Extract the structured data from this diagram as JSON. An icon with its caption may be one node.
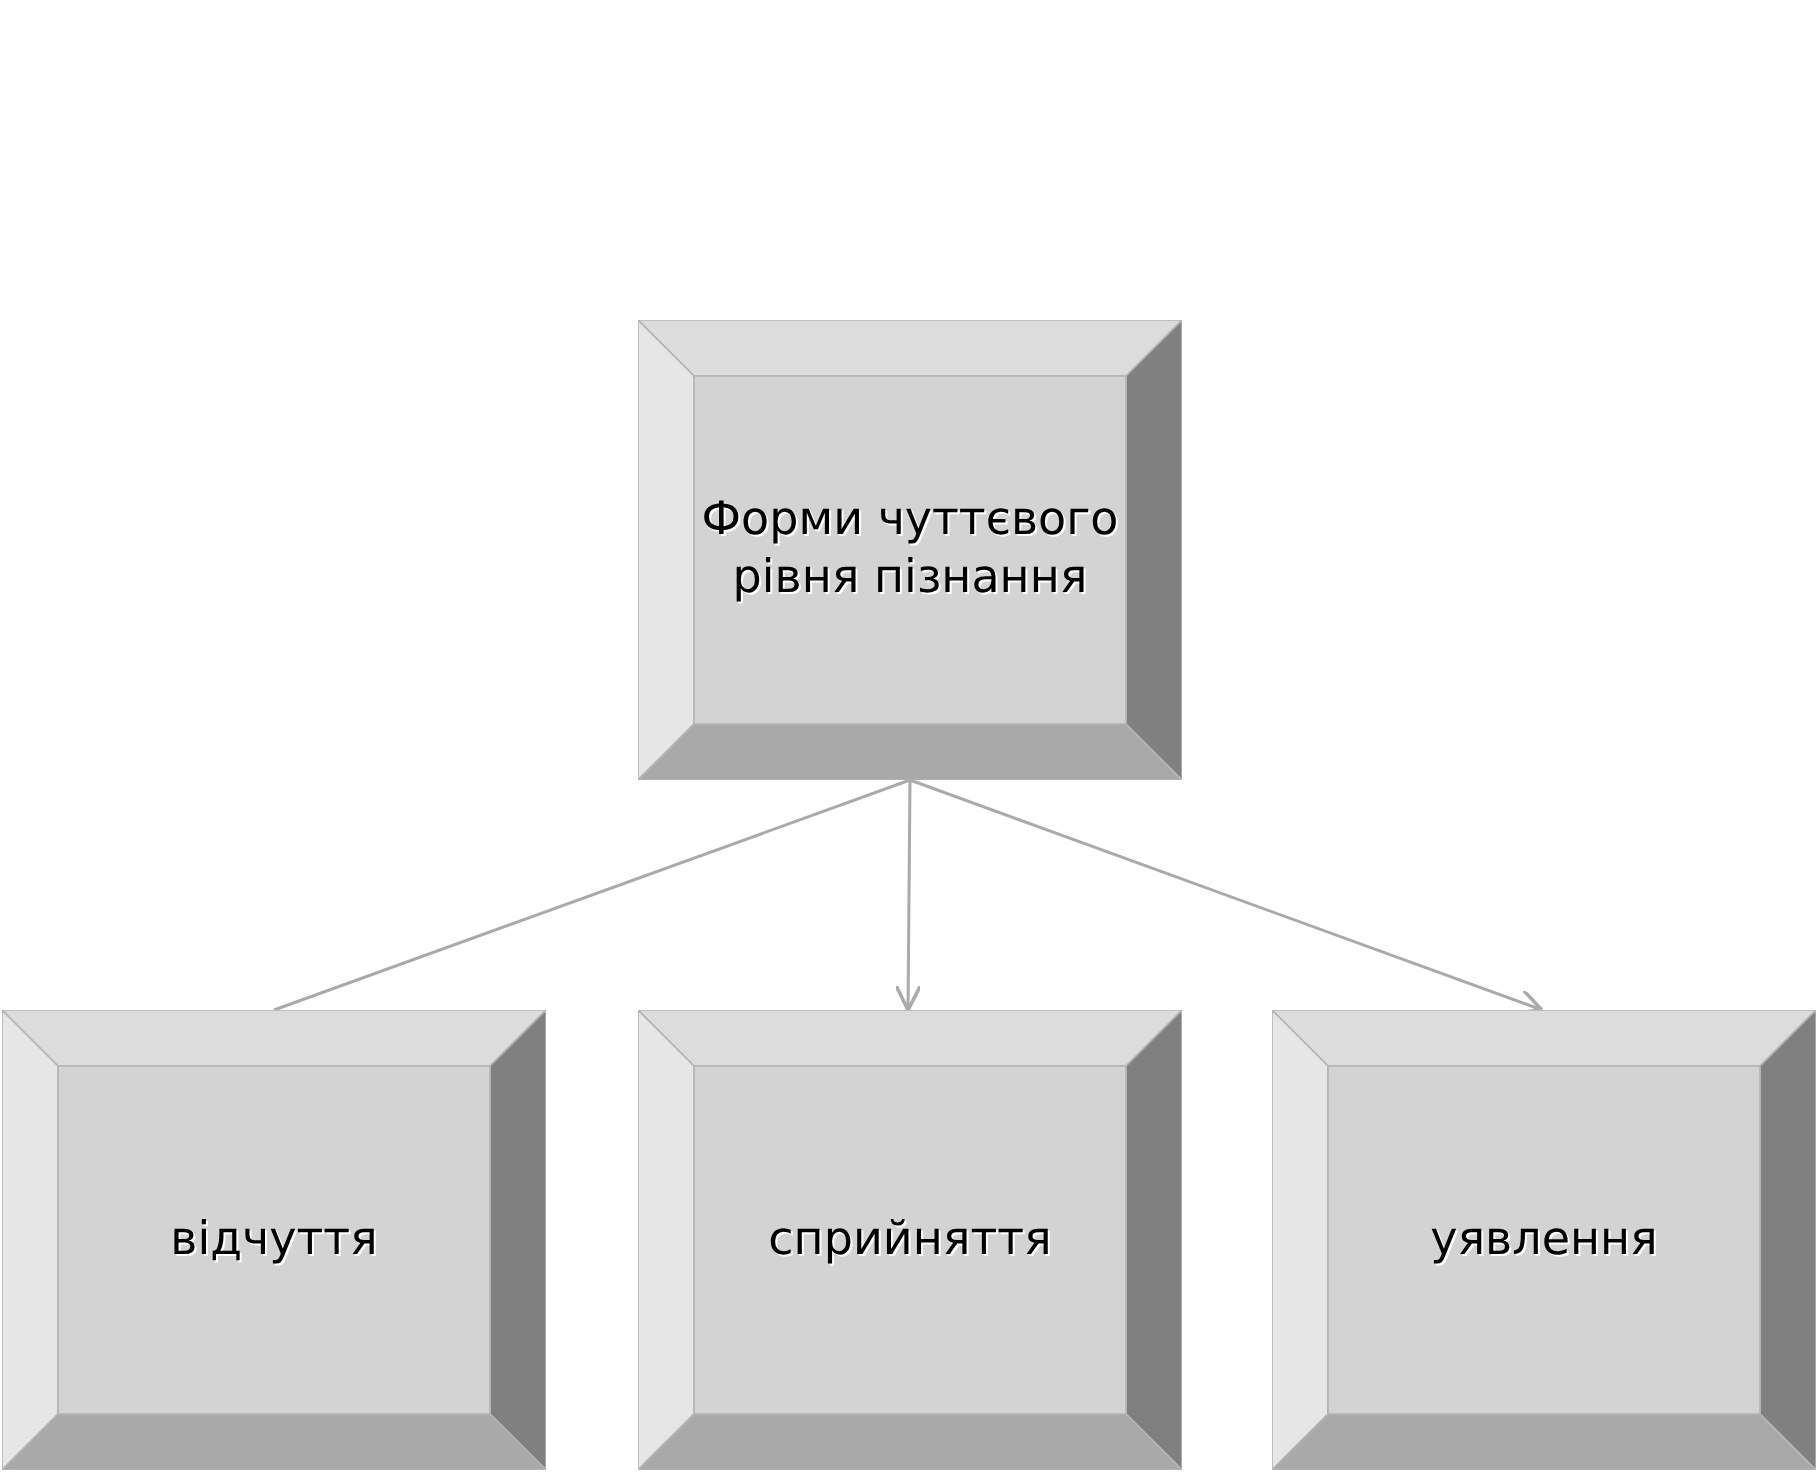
{
  "diagram": {
    "nodes": [
      {
        "text": [
          "Форми чуттєвого рівня пізнання"
        ]
      },
      {
        "text": [
          "відчуття"
        ]
      },
      {
        "text": [
          "сприйняття"
        ]
      },
      {
        "text": [
          "уявлення"
        ]
      }
    ],
    "edges": [
      {
        "from": 0,
        "to": 1,
        "arrow": "none"
      },
      {
        "from": 0,
        "to": 2,
        "arrow": "to"
      },
      {
        "from": 0,
        "to": 3,
        "arrow": "to"
      }
    ]
  }
}
